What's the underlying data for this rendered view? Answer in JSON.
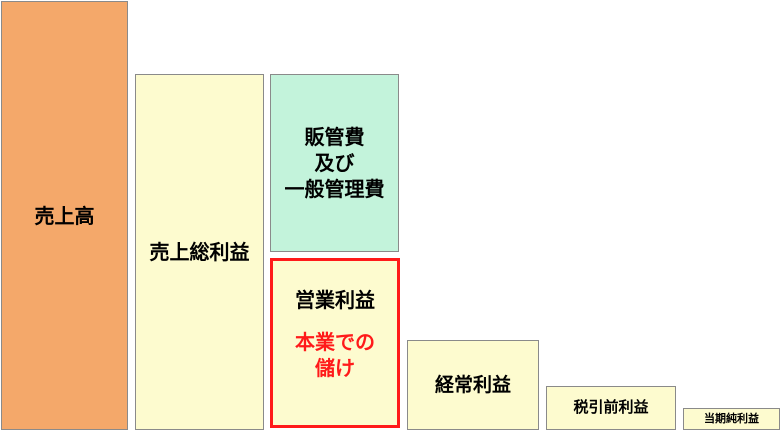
{
  "boxes": {
    "sales": "売上高",
    "gross_profit": "売上総利益",
    "sga": [
      "販管費",
      "及び",
      "一般管理費"
    ],
    "operating_profit": "営業利益",
    "operating_note": [
      "本業での",
      "儲け"
    ],
    "ordinary_profit": "経常利益",
    "pretax_profit": "税引前利益",
    "net_profit": "当期純利益"
  },
  "colors": {
    "sales": "#f4a86a",
    "profit": "#fdfbcf",
    "sga": "#c3f3db",
    "highlight": "#ff1a1a"
  }
}
